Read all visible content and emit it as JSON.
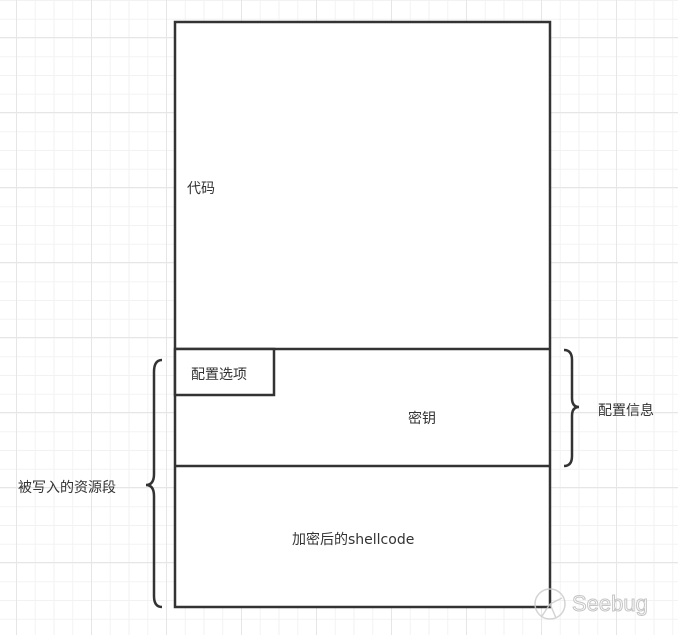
{
  "blocks": {
    "code": "代码",
    "config_options": "配置选项",
    "key": "密钥",
    "encrypted_shellcode": "加密后的shellcode"
  },
  "annotations": {
    "config_info": "配置信息",
    "written_resource_section": "被写入的资源段"
  },
  "watermark": "Seebug"
}
